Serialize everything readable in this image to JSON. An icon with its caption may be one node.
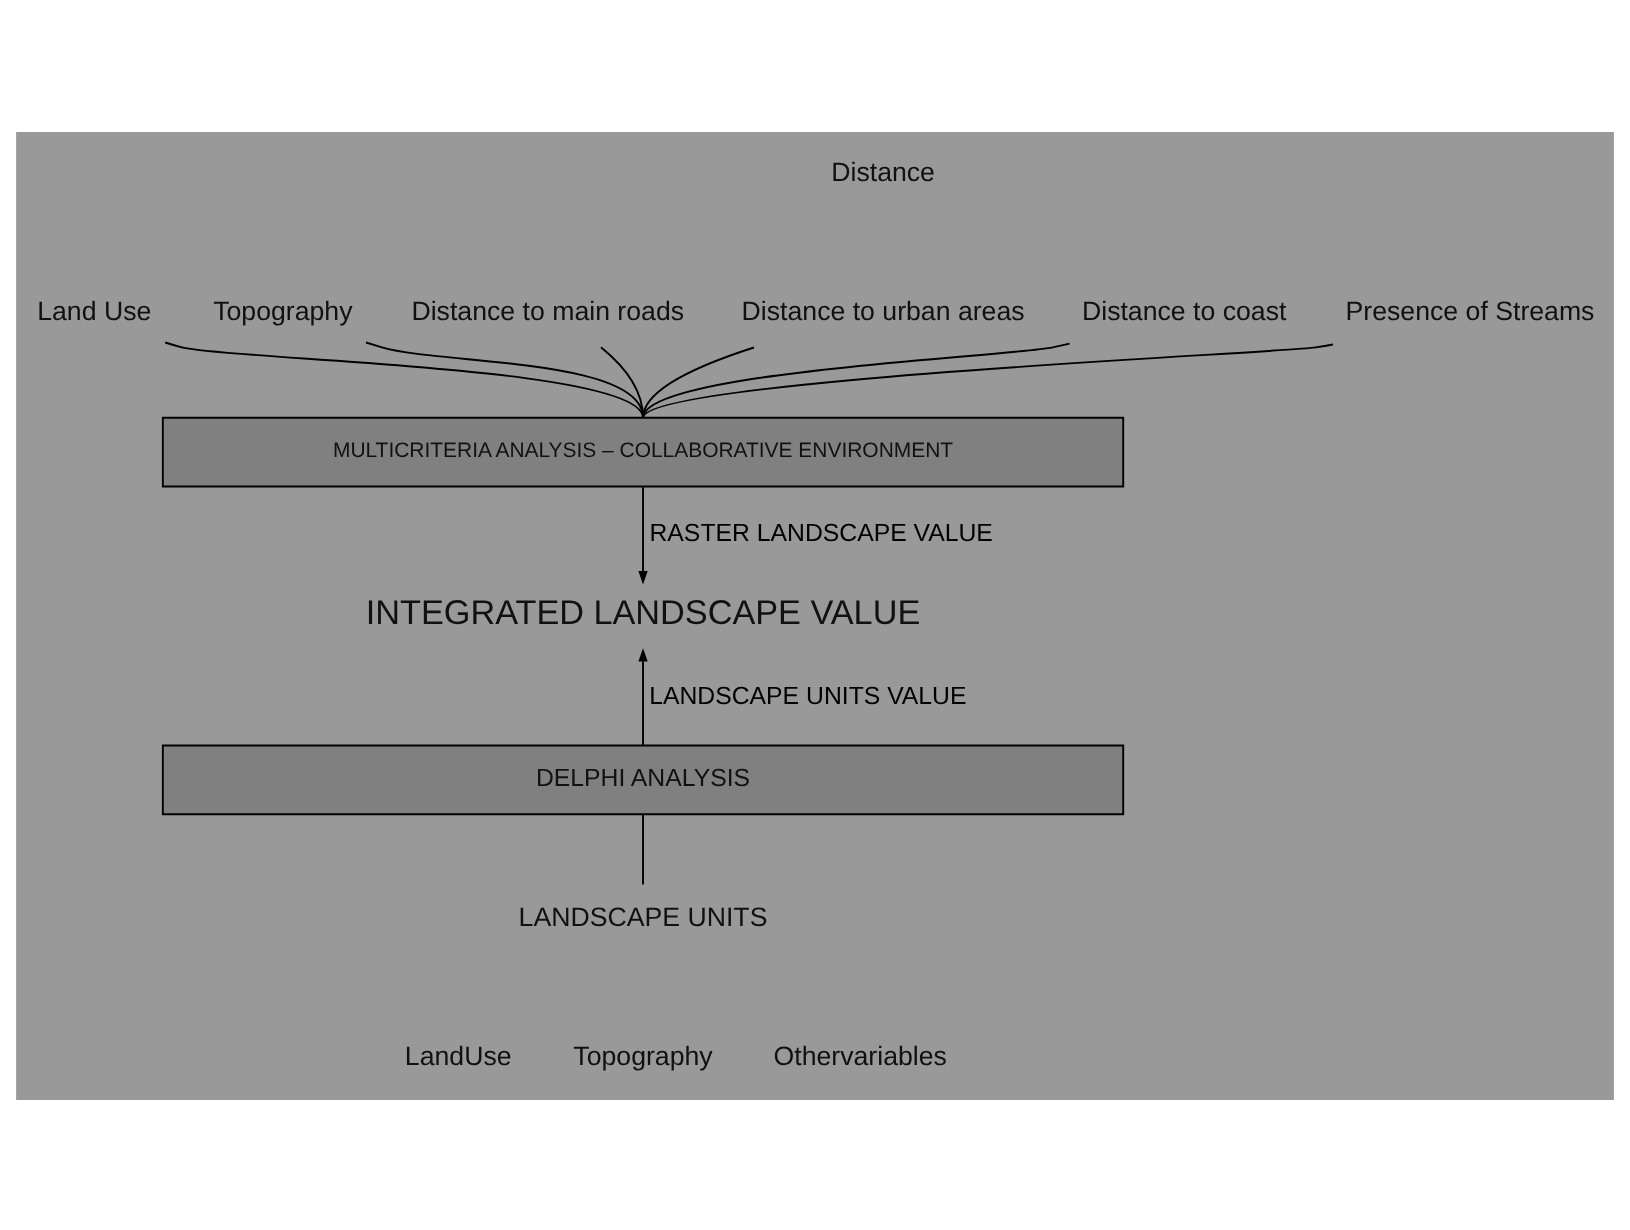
{
  "diagram": {
    "nodes": [
      {
        "text": [
          "Land Use"
        ]
      },
      {
        "text": [
          "Topography"
        ]
      },
      {
        "text": [
          "Distance to main roads"
        ]
      },
      {
        "text": [
          "Distance to urban areas"
        ]
      },
      {
        "text": [
          "Distance to coast"
        ]
      },
      {
        "text": [
          "Presence of Streams"
        ]
      },
      {
        "text": [
          "MULTICRITERIA ANALYSIS – COLLABORATIVE ENVIRONMENT"
        ]
      },
      {
        "text": [
          "INTEGRATED LANDSCAPE VALUE"
        ]
      },
      {
        "text": [
          "DELPHI ANALYSIS"
        ]
      },
      {
        "text": [
          "LANDSCAPE UNITS"
        ]
      }
    ],
    "edges": [
      {
        "from": 0,
        "to": 6,
        "arrow": "none"
      },
      {
        "from": 1,
        "to": 6,
        "arrow": "none"
      },
      {
        "from": 2,
        "to": 6,
        "arrow": "none"
      },
      {
        "from": 3,
        "to": 6,
        "arrow": "none"
      },
      {
        "from": 4,
        "to": 6,
        "arrow": "none"
      },
      {
        "from": 5,
        "to": 6,
        "arrow": "none"
      },
      {
        "from": 6,
        "to": 7,
        "arrow": "to",
        "label": "RASTER LANDSCAPE VALUE"
      },
      {
        "from": 8,
        "to": 7,
        "arrow": "to",
        "label": "LANDSCAPE UNITS VALUE"
      },
      {
        "from": 9,
        "to": 8,
        "arrow": "none"
      }
    ],
    "labels": [
      "Distance",
      "LandUse",
      "Topography",
      "Othervariables"
    ]
  }
}
